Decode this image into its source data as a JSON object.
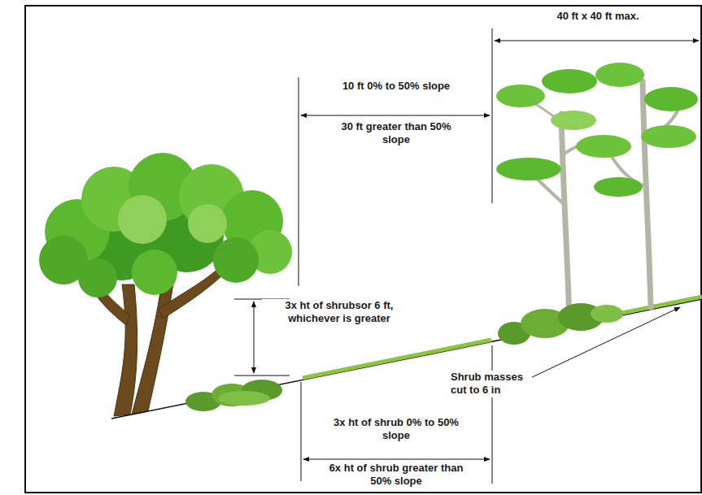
{
  "diagram": {
    "labels": [
      "40 ft x 40 ft max.",
      "10 ft 0% to 50% slope",
      "30 ft greater than 50% slope",
      "3x ht of shrubsor 6 ft, whichever is greater",
      "3x ht of shrub 0% to 50% slope",
      "6x ht of shrub greater than 50% slope",
      "Shrub masses cut to 6 in"
    ]
  }
}
